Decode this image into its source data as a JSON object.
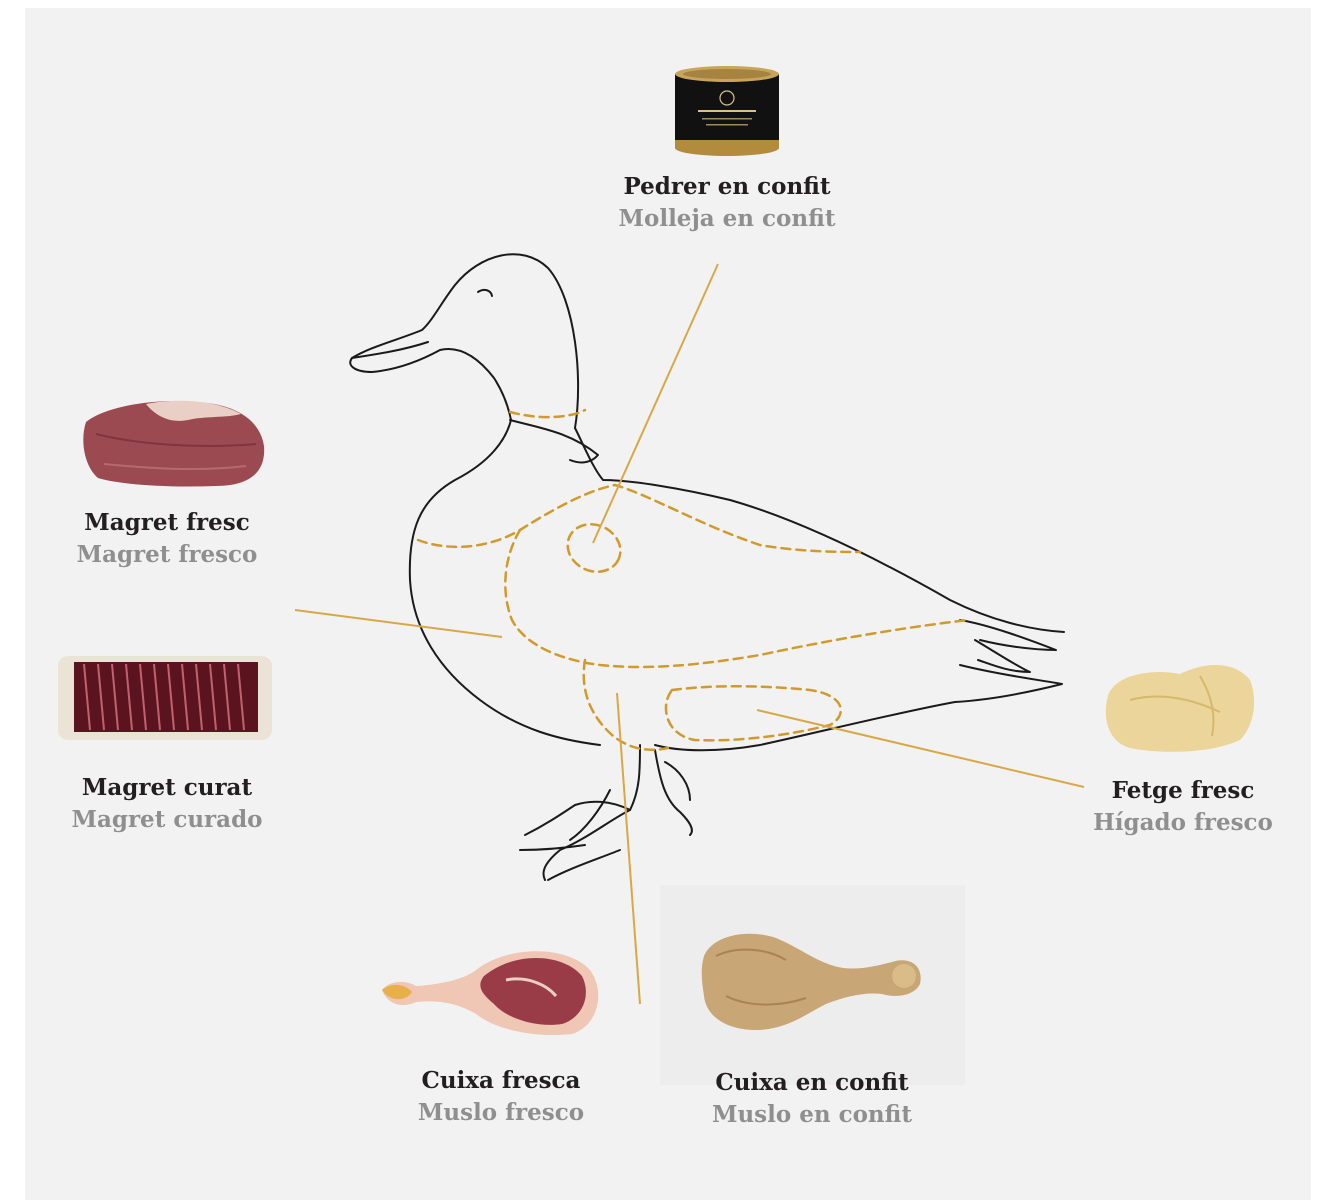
{
  "colors": {
    "background": "#f2f2f2",
    "leader_line": "#d8a847",
    "cut_outline": "#d19a2c",
    "outline": "#1a1a1a"
  },
  "product_image": "duck-confit-gizzard-tin",
  "parts": [
    {
      "id": "pedrer",
      "name_ca": "Pedrer en confit",
      "name_es": "Molleja en confit",
      "image": "gizzard-confit-tin"
    },
    {
      "id": "magret-fresc",
      "name_ca": "Magret fresc",
      "name_es": "Magret fresco",
      "image": "fresh-duck-breast"
    },
    {
      "id": "magret-curat",
      "name_ca": "Magret curat",
      "name_es": "Magret curado",
      "image": "cured-duck-breast-slices"
    },
    {
      "id": "fetge",
      "name_ca": "Fetge fresc",
      "name_es": "Hígado fresco",
      "image": "fresh-foie-gras-liver"
    },
    {
      "id": "cuixa-fresca",
      "name_ca": "Cuixa fresca",
      "name_es": "Muslo fresco",
      "image": "fresh-duck-leg"
    },
    {
      "id": "cuixa-confit",
      "name_ca": "Cuixa en confit",
      "name_es": "Muslo en confit",
      "image": "duck-leg-confit"
    }
  ]
}
